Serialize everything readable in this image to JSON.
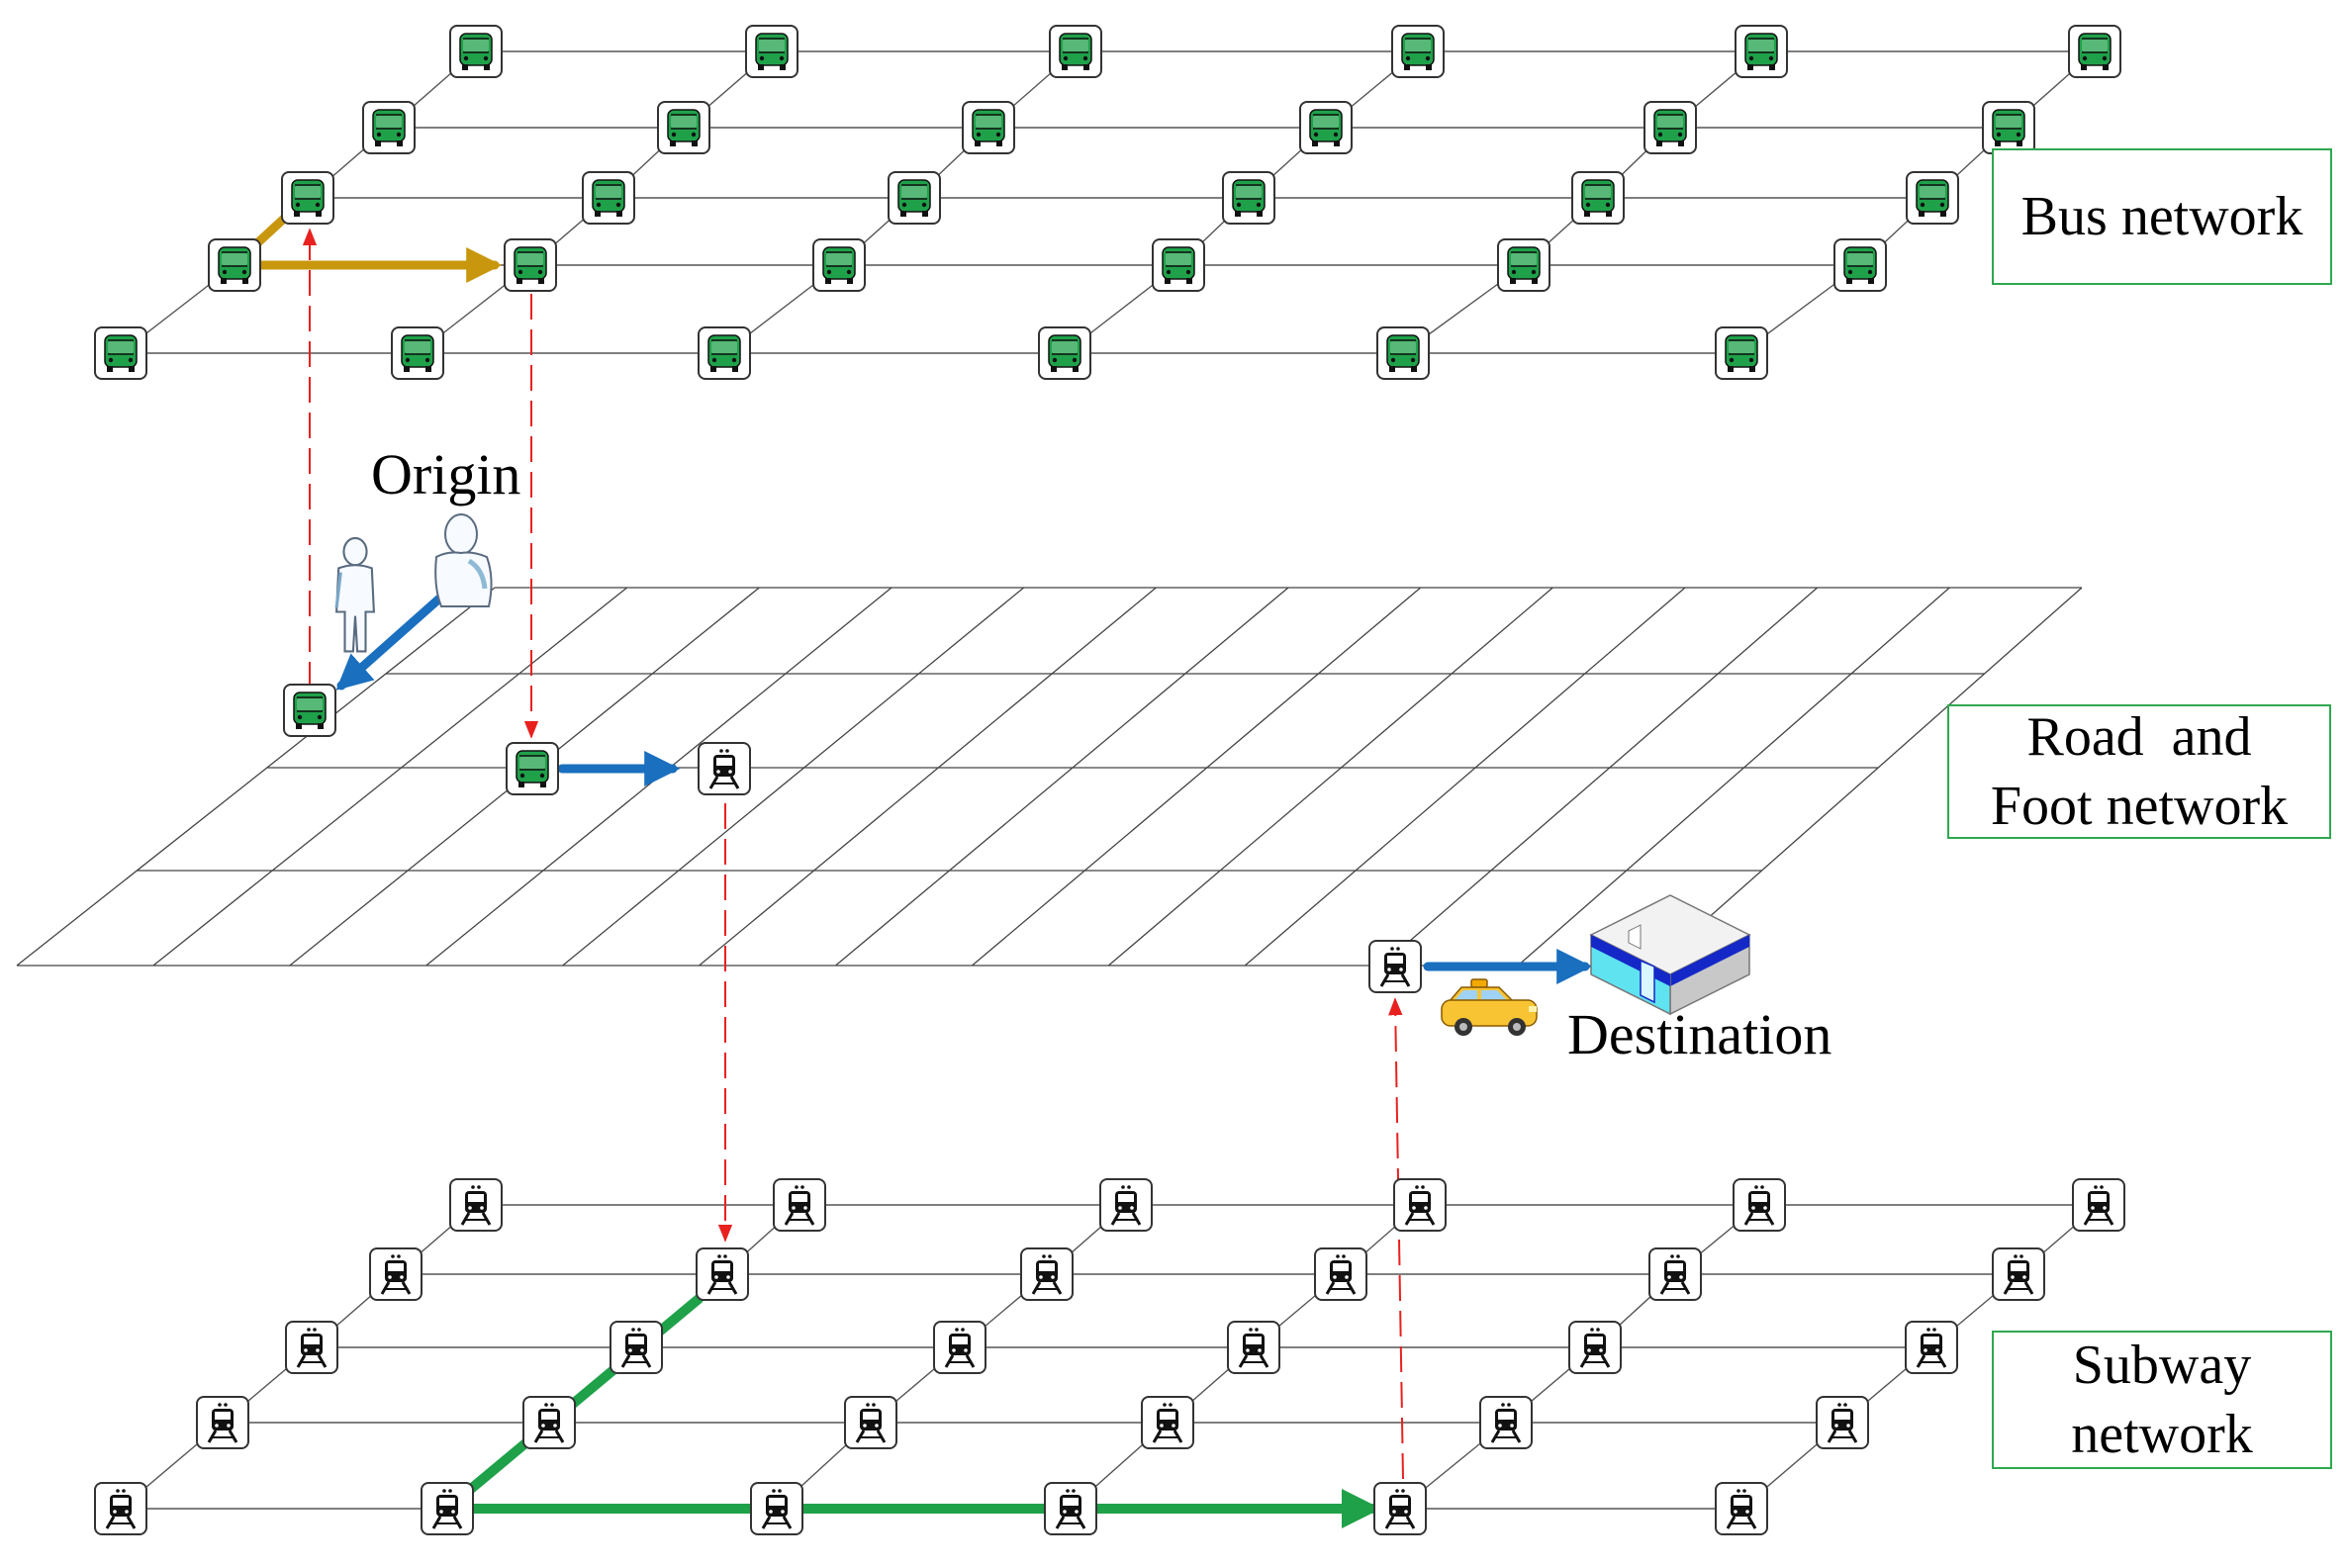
{
  "labels": {
    "bus_network": "Bus network",
    "road_line1": "Road  and",
    "road_line2": "Foot network",
    "subway_line1": "Subway",
    "subway_line2": "network",
    "origin": "Origin",
    "destination": "Destination"
  },
  "colors": {
    "bus_icon": "#1fa14a",
    "bus_route": "#c9970e",
    "walk_route": "#1a6fbf",
    "subway_route": "#1fa14a",
    "transfer_line": "#e8211f",
    "label_border": "#2fa84f",
    "grid_line": "#555555"
  },
  "icons": {
    "bus_stop": "bus-icon",
    "subway_stop": "train-icon",
    "pedestrian": "person-icon",
    "taxi": "taxi-icon",
    "building": "building-icon"
  }
}
